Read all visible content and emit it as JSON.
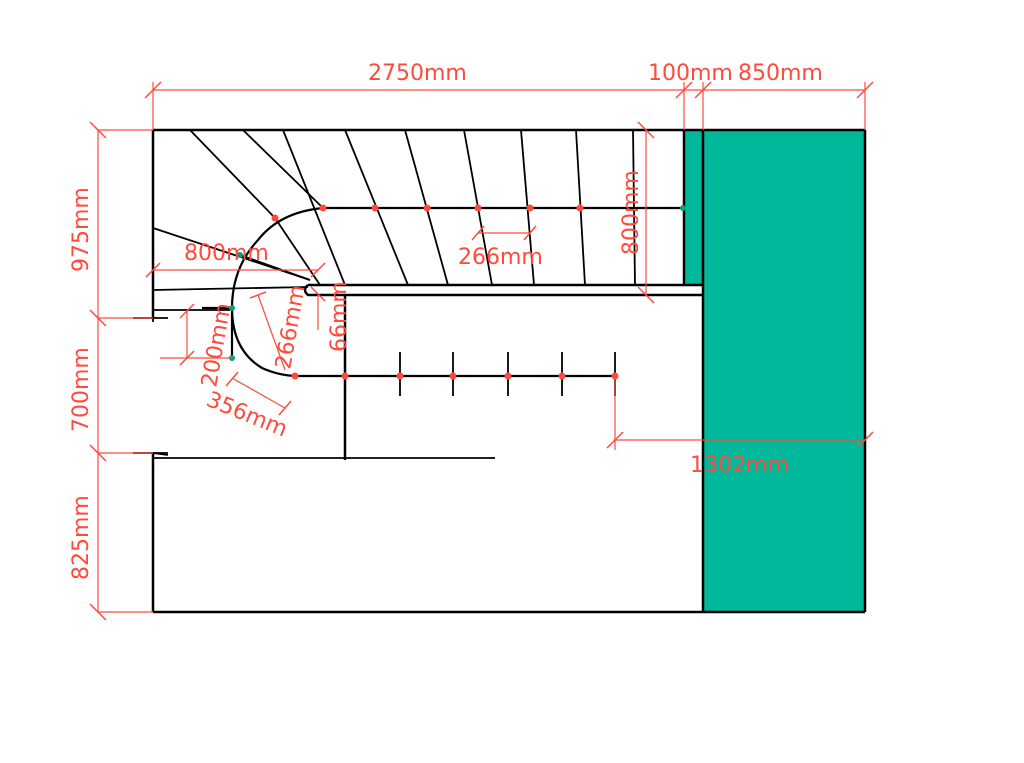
{
  "diagram": {
    "colors": {
      "dimension": "#ff4a3d",
      "fill_panel": "#00b89a",
      "wall": "#000000",
      "node": "#ff4a3d",
      "accent_node": "#00a080"
    },
    "dimensions": {
      "top_total": "2750mm",
      "top_gap": "100mm",
      "top_right": "850mm",
      "left_upper": "975mm",
      "left_middle": "700mm",
      "left_lower": "825mm",
      "inner_width": "800mm",
      "inner_height": "800mm",
      "tread_upper": "266mm",
      "tread_curve": "266mm",
      "offset_small": "66mm",
      "offset_200": "200mm",
      "curve_356": "356mm",
      "bottom_run": "1302mm"
    }
  }
}
